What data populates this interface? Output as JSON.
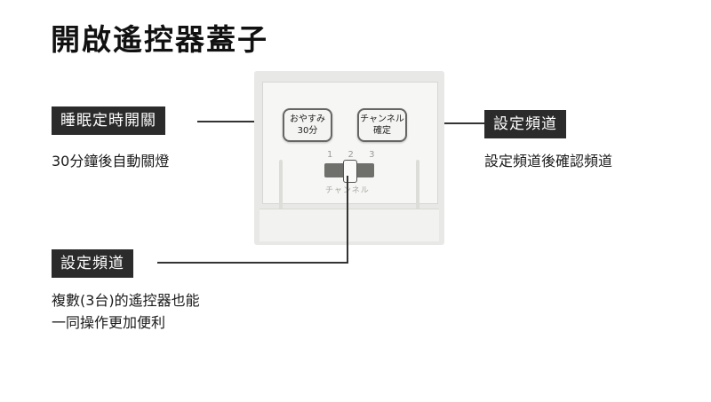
{
  "title": "開啟遙控器蓋子",
  "callouts": {
    "sleep": {
      "label": "睡眠定時開關",
      "desc": "30分鐘後自動關燈"
    },
    "channel_button": {
      "label": "設定頻道",
      "desc": "設定頻道後確認頻道"
    },
    "channel_slider": {
      "label": "設定頻道",
      "desc_line1": "複數(3台)的遙控器也能",
      "desc_line2": "一同操作更加便利"
    }
  },
  "device": {
    "sleep_button": {
      "line1": "おやすみ",
      "line2": "30分"
    },
    "channel_button": {
      "line1": "チャンネル",
      "line2": "確定"
    },
    "channel_numbers": "1 2 3",
    "channel_label": "チャンネル"
  },
  "colors": {
    "callout_bg": "#2b2b2b",
    "device_body": "#e8e8e6"
  }
}
